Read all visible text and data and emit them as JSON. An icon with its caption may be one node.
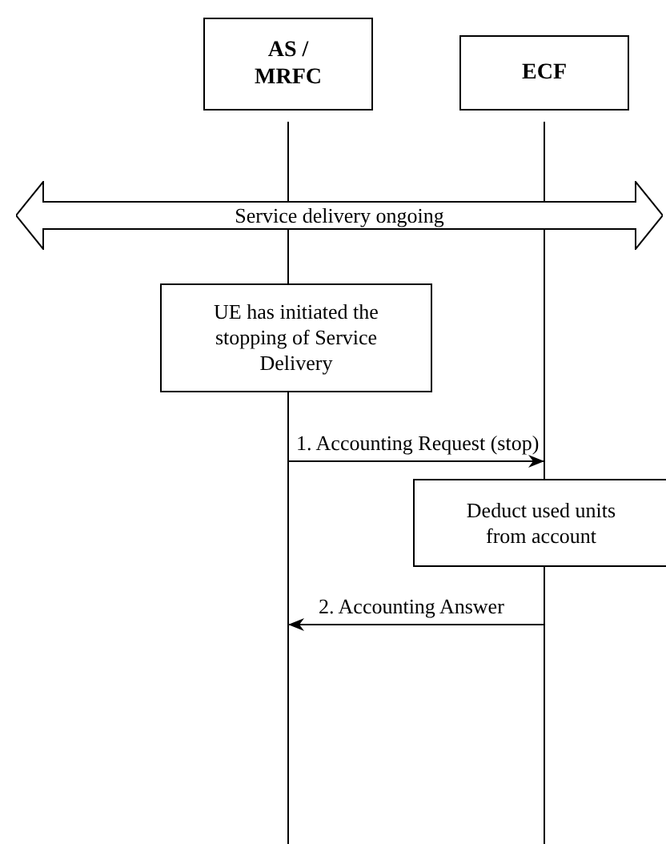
{
  "diagram": {
    "nodes": [
      {
        "text": [
          "AS / MRFC"
        ]
      },
      {
        "text": [
          "ECF"
        ]
      },
      {
        "text": [
          "Service delivery ongoing"
        ]
      },
      {
        "text": [
          "UE has initiated the stopping of Service Delivery"
        ]
      },
      {
        "text": [
          "Deduct used units from account"
        ]
      }
    ],
    "edges": [
      {
        "from": 0,
        "to": 1,
        "arrow": "to",
        "label": "1. Accounting Request (stop)"
      },
      {
        "from": 1,
        "to": 0,
        "arrow": "to",
        "label": "2. Accounting Answer"
      }
    ]
  }
}
